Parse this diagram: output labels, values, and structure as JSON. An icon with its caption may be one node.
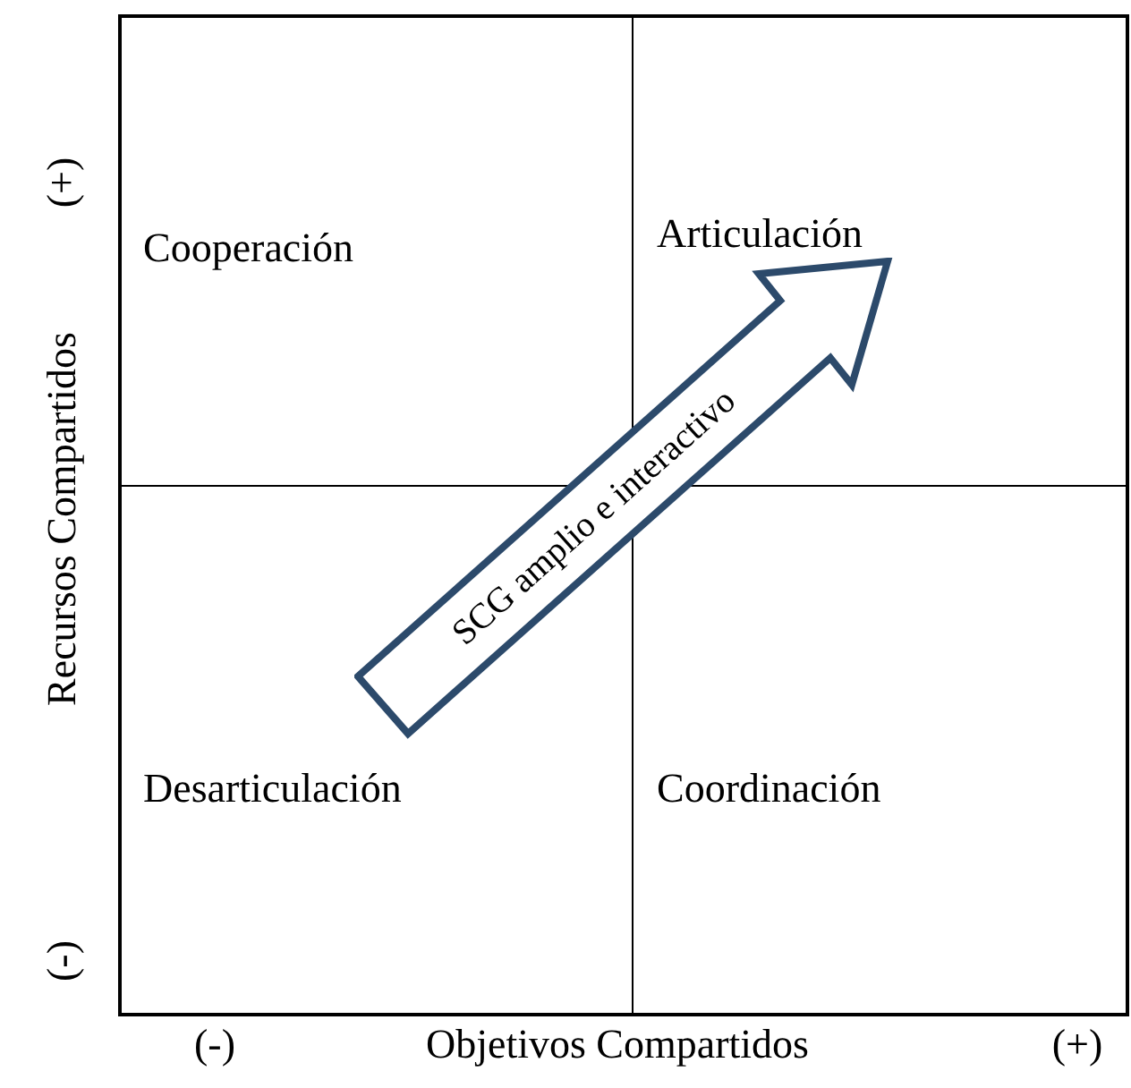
{
  "diagram": {
    "nodes": [
      {
        "text": [
          "Cooperación"
        ]
      },
      {
        "text": [
          "Articulación"
        ]
      },
      {
        "text": [
          "Desarticulación"
        ]
      },
      {
        "text": [
          "Coordinación"
        ]
      },
      {
        "text": [
          "SCG amplio e interactivo"
        ]
      }
    ],
    "labels": [
      "(+)",
      "Recursos Compartidos",
      "(-)",
      "(-)",
      "Objetivos Compartidos",
      "(+)"
    ]
  }
}
